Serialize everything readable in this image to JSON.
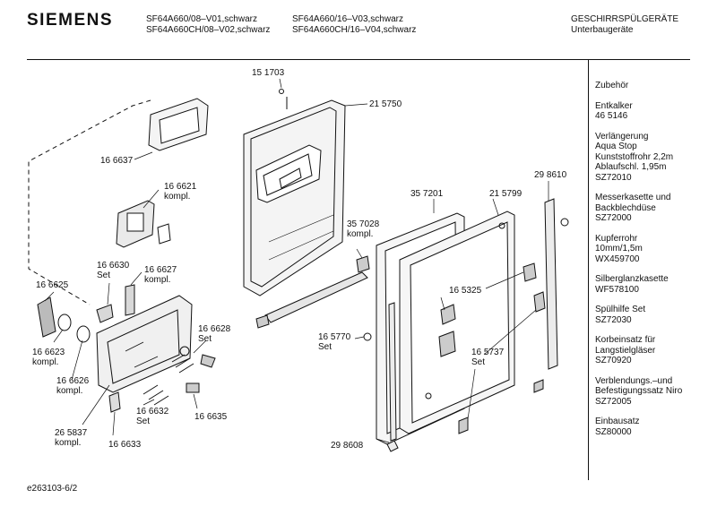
{
  "header": {
    "brand": "SIEMENS",
    "models_col1": [
      "SF64A660/08–V01,schwarz",
      "SF64A660CH/08–V02,schwarz"
    ],
    "models_col2": [
      "SF64A660/16–V03,schwarz",
      "SF64A660CH/16–V04,schwarz"
    ],
    "category": [
      "GESCHIRRSPÜLGERÄTE",
      "Unterbaugeräte"
    ]
  },
  "sidebar": {
    "heading": "Zubehör",
    "entries": [
      [
        "Entkalker",
        "46 5146"
      ],
      [
        "Verlängerung",
        "Aqua Stop",
        "Kunststoffrohr 2,2m",
        "Ablaufschl. 1,95m",
        "SZ72010"
      ],
      [
        "Messerkasette und",
        "Backblechdüse",
        "SZ72000"
      ],
      [
        "Kupferrohr",
        "10mm/1,5m",
        "WX459700"
      ],
      [
        "Silberglanzkasette",
        "WF578100"
      ],
      [
        "Spülhilfe Set",
        "SZ72030"
      ],
      [
        "Korbeinsatz für",
        "Langstielgläser",
        "SZ70920"
      ],
      [
        "Verblendungs.–und",
        "Befestigungssatz Niro",
        "SZ72005"
      ],
      [
        "Einbausatz",
        "SZ80000"
      ]
    ]
  },
  "parts": {
    "p151703": "15 1703",
    "p215750": "21 5750",
    "p166637": "16 6637",
    "p166621": [
      "16 6621",
      "kompl."
    ],
    "p166630": [
      "16 6630",
      "Set"
    ],
    "p166627": [
      "16 6627",
      "kompl."
    ],
    "p166625": "16 6625",
    "p166623": [
      "16 6623",
      "kompl."
    ],
    "p166626": [
      "16 6626",
      "kompl."
    ],
    "p166628": [
      "16 6628",
      "Set"
    ],
    "p166632": [
      "16 6632",
      "Set"
    ],
    "p166635": "16 6635",
    "p265837": [
      "26 5837",
      "kompl."
    ],
    "p166633": "16 6633",
    "p357201": "35 7201",
    "p215799": "21 5799",
    "p298610": "29 8610",
    "p357028": [
      "35 7028",
      "kompl."
    ],
    "p165325": "16 5325",
    "p165770": [
      "16 5770",
      "Set"
    ],
    "p165737": [
      "16 5737",
      "Set"
    ],
    "p298608": "29 8608"
  },
  "footer": {
    "drawing_id": "e263103-6/2"
  }
}
